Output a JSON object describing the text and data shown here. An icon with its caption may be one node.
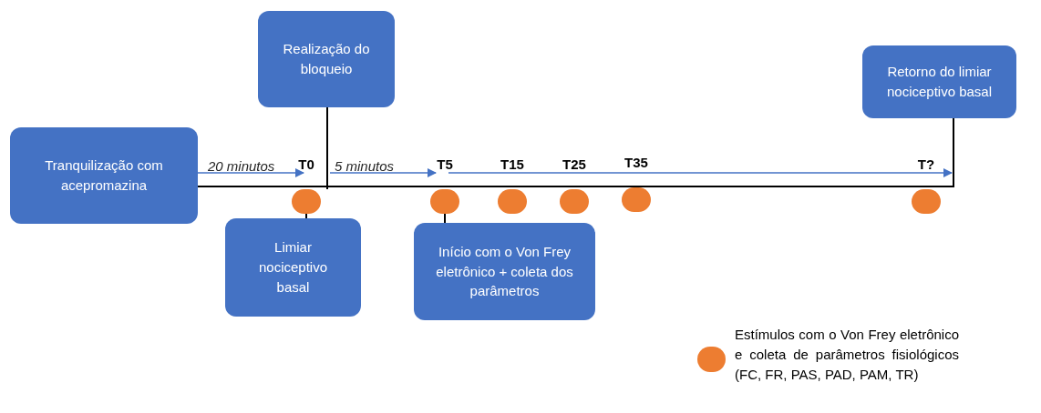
{
  "diagram": {
    "nodes": [
      {
        "text": [
          "Tranquilização com acepromazina"
        ]
      },
      {
        "text": [
          "Realização do bloqueio"
        ]
      },
      {
        "text": [
          "Limiar nociceptivo basal"
        ]
      },
      {
        "text": [
          "Início com o Von Frey eletrônico + coleta dos parâmetros"
        ]
      },
      {
        "text": [
          "Retorno do limiar nociceptivo basal"
        ]
      },
      {
        "text": [],
        "shape": "circle",
        "beside": [
          "T0"
        ]
      },
      {
        "text": [],
        "shape": "circle",
        "beside": [
          "T5"
        ]
      },
      {
        "text": [],
        "shape": "circle",
        "beside": [
          "T15"
        ]
      },
      {
        "text": [],
        "shape": "circle",
        "beside": [
          "T25"
        ]
      },
      {
        "text": [],
        "shape": "circle",
        "beside": [
          "T35"
        ]
      },
      {
        "text": [],
        "shape": "circle",
        "beside": [
          "T?"
        ]
      }
    ],
    "edges": [
      {
        "from": 0,
        "to": 5,
        "arrow": "to",
        "label": "20 minutos",
        "color": "#4472c4"
      },
      {
        "from": 5,
        "to": 6,
        "arrow": "to",
        "label": "5 minutos",
        "color": "#4472c4"
      },
      {
        "from": 6,
        "to": 10,
        "arrow": "to",
        "color": "#4472c4"
      },
      {
        "from": 0,
        "to": 4,
        "arrow": "none"
      },
      {
        "from": 1,
        "to": 5,
        "arrow": "none"
      },
      {
        "from": 5,
        "to": 2,
        "arrow": "none"
      },
      {
        "from": 6,
        "to": 3,
        "arrow": "none"
      }
    ],
    "legend": [
      {
        "text": "Estímulos com o Von Frey eletrônico e coleta de parâmetros fisiológicos (FC, FR, PAS, PAD, PAM, TR)",
        "color": "#ed7d31"
      }
    ]
  }
}
